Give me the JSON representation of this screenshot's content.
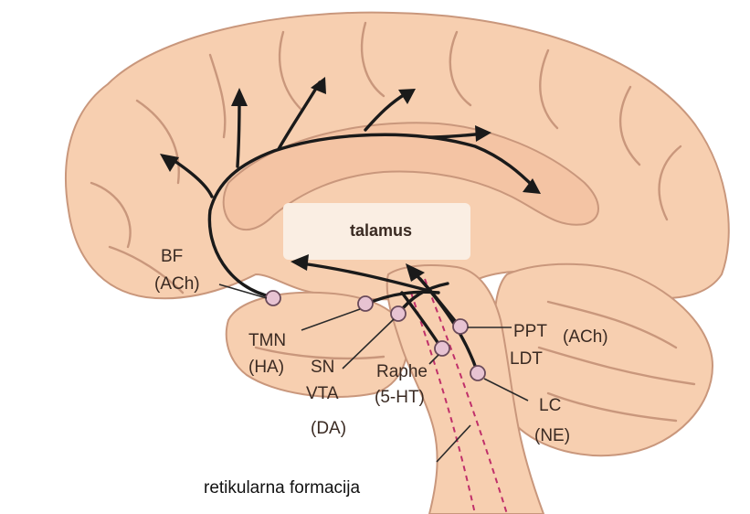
{
  "labels": {
    "thalamus": "talamus",
    "bf_name": "BF",
    "bf_nt": "(ACh)",
    "tmn_name": "TMN",
    "tmn_nt": "(HA)",
    "sn_name": "SN",
    "vta_name": "VTA",
    "da_nt": "(DA)",
    "raphe_name": "Raphe",
    "raphe_nt": "(5-HT)",
    "ppt_name": "PPT",
    "ppt_nt": "(ACh)",
    "ldt_name": "LDT",
    "lc_name": "LC",
    "lc_nt": "(NE)",
    "caption": "retikularna formacija"
  }
}
